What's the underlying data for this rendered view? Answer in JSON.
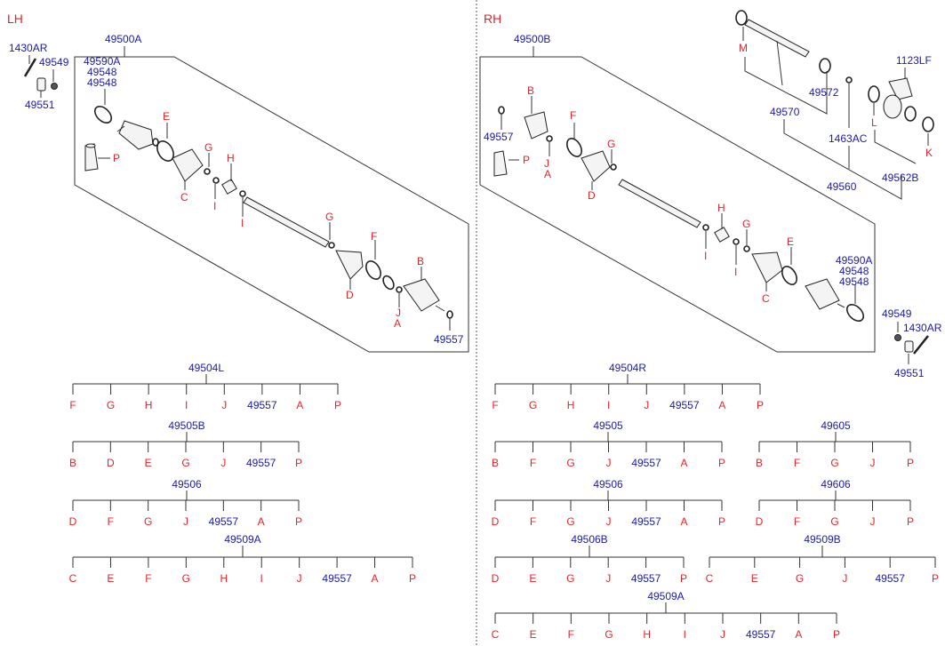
{
  "sections": {
    "left": "LH",
    "right": "RH"
  },
  "left": {
    "assembly": "49500A",
    "loose": [
      "1430AR",
      "49549",
      "49551"
    ],
    "inner_stack": [
      "49590A",
      "49548",
      "49548"
    ],
    "parts": [
      "E",
      "C",
      "G",
      "I",
      "H",
      "I",
      "G",
      "F",
      "D",
      "B",
      "J",
      "A",
      "49557",
      "P"
    ]
  },
  "right": {
    "assembly": "49500B",
    "upper": [
      "1123LF",
      "M",
      "49572",
      "49570",
      "L",
      "K",
      "1463AC",
      "49560",
      "49562B"
    ],
    "inner_stack": [
      "49590A",
      "49548",
      "49548"
    ],
    "loose": [
      "49549",
      "1430AR",
      "49551"
    ],
    "parts": [
      "B",
      "49557",
      "P",
      "J",
      "A",
      "F",
      "G",
      "D",
      "H",
      "G",
      "I",
      "I",
      "E",
      "C"
    ]
  },
  "kits": [
    {
      "name": "49504L",
      "items": [
        "F",
        "G",
        "H",
        "I",
        "J",
        "49557",
        "A",
        "P"
      ]
    },
    {
      "name": "49505B",
      "items": [
        "B",
        "D",
        "E",
        "G",
        "J",
        "49557",
        "P"
      ]
    },
    {
      "name": "49506",
      "items": [
        "D",
        "F",
        "G",
        "J",
        "49557",
        "A",
        "P"
      ]
    },
    {
      "name": "49509A",
      "items": [
        "C",
        "E",
        "F",
        "G",
        "H",
        "I",
        "J",
        "49557",
        "A",
        "P"
      ]
    },
    {
      "name": "49504R",
      "items": [
        "F",
        "G",
        "H",
        "I",
        "J",
        "49557",
        "A",
        "P"
      ]
    },
    {
      "name": "49505",
      "items": [
        "B",
        "F",
        "G",
        "J",
        "49557",
        "A",
        "P"
      ]
    },
    {
      "name": "49605",
      "items": [
        "B",
        "F",
        "G",
        "J",
        "P"
      ]
    },
    {
      "name": "49506",
      "items": [
        "D",
        "F",
        "G",
        "J",
        "49557",
        "A",
        "P"
      ]
    },
    {
      "name": "49606",
      "items": [
        "D",
        "F",
        "G",
        "J",
        "P"
      ]
    },
    {
      "name": "49506B",
      "items": [
        "D",
        "E",
        "G",
        "J",
        "49557",
        "P"
      ]
    },
    {
      "name": "49509B",
      "items": [
        "C",
        "E",
        "G",
        "J",
        "49557",
        "P"
      ]
    },
    {
      "name": "49509A",
      "items": [
        "C",
        "E",
        "F",
        "G",
        "H",
        "I",
        "J",
        "49557",
        "A",
        "P"
      ]
    }
  ]
}
